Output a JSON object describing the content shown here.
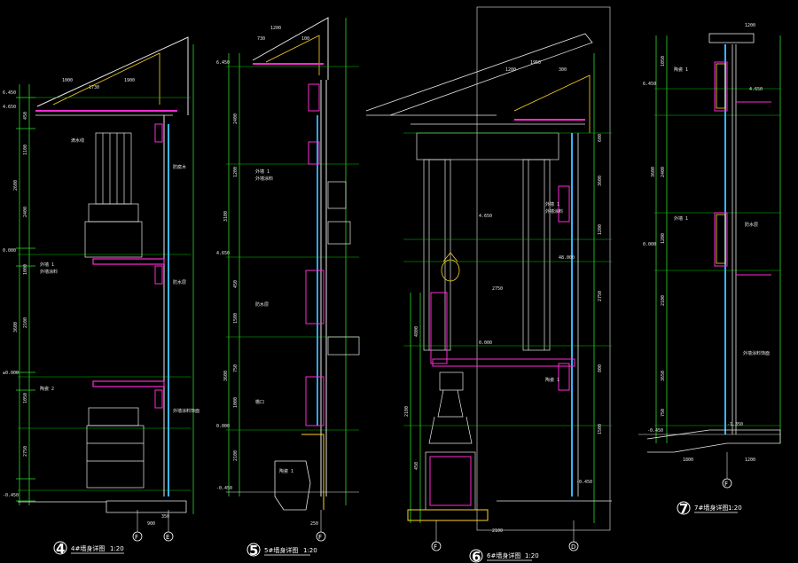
{
  "sheet": {
    "background": "#000000",
    "colors": {
      "dim": "#2bd92b",
      "wall": "#ff2ad4",
      "outline": "#e8e8e8",
      "glass": "#38b6ff",
      "yellow": "#ffd51e",
      "green": "#00c800",
      "cyan": "#6ee0ff"
    }
  },
  "details": [
    {
      "id": "4",
      "title": "4#墙身详图",
      "scale": "1:20",
      "axes": [
        "F",
        "E"
      ],
      "labels": {
        "roof_dims": [
          "1000",
          "1900",
          "1730"
        ],
        "vert_dims": [
          "450",
          "1100",
          "2600",
          "2400",
          "1000",
          "2100",
          "3600",
          "2750",
          "1050"
        ],
        "side_notes": [
          "外墙 1",
          "外墙涂料",
          "防腐木",
          "防水层",
          "滴水线",
          "陶瓷 2",
          "外墙涂料饰面"
        ],
        "levels": [
          "6.450",
          "4.650",
          "0.000",
          "-0.450",
          "±0.000"
        ],
        "bottom_dims": [
          "900",
          "350"
        ]
      }
    },
    {
      "id": "5",
      "title": "5#墙身详图",
      "scale": "1:20",
      "axes": [
        "F"
      ],
      "labels": {
        "roof_dims": [
          "1200",
          "730",
          "100"
        ],
        "vert_dims": [
          "2400",
          "1200",
          "450",
          "3100",
          "1500",
          "750",
          "1000",
          "2100",
          "3600"
        ],
        "side_notes": [
          "外墙 1",
          "外墙涂料",
          "防水层",
          "檐口",
          "陶瓷 1"
        ],
        "levels": [
          "6.450",
          "4.650",
          "0.000",
          "-0.450"
        ],
        "bottom_dims": [
          "250"
        ]
      }
    },
    {
      "id": "6",
      "title": "6#墙身详图",
      "scale": "1:20",
      "axes": [
        "F",
        "D"
      ],
      "labels": {
        "roof_dims": [
          "1950",
          "1200",
          "300"
        ],
        "vert_dims": [
          "4800",
          "2100",
          "450",
          "2750",
          "3600",
          "800",
          "1500",
          "1200",
          "600"
        ],
        "side_notes": [
          "外墙 1",
          "外墙涂料",
          "陶瓷 1"
        ],
        "levels": [
          "48.000",
          "4.650",
          "0.000",
          "-0.450"
        ],
        "bottom_dims": [
          "2100",
          "2750"
        ]
      }
    },
    {
      "id": "7",
      "title": "7#墙身详图",
      "scale": "1:20",
      "axes": [
        "F"
      ],
      "labels": {
        "roof_dims": [
          "1200"
        ],
        "vert_dims": [
          "1050",
          "3600",
          "2400",
          "1200",
          "2100",
          "3650",
          "750"
        ],
        "side_notes": [
          "外墙 1",
          "防水层",
          "外墙涂料饰面",
          "陶瓷 1"
        ],
        "levels": [
          "6.450",
          "4.650",
          "0.000",
          "-0.450",
          "-1.350"
        ],
        "bottom_dims": [
          "1800",
          "1200"
        ]
      }
    }
  ]
}
